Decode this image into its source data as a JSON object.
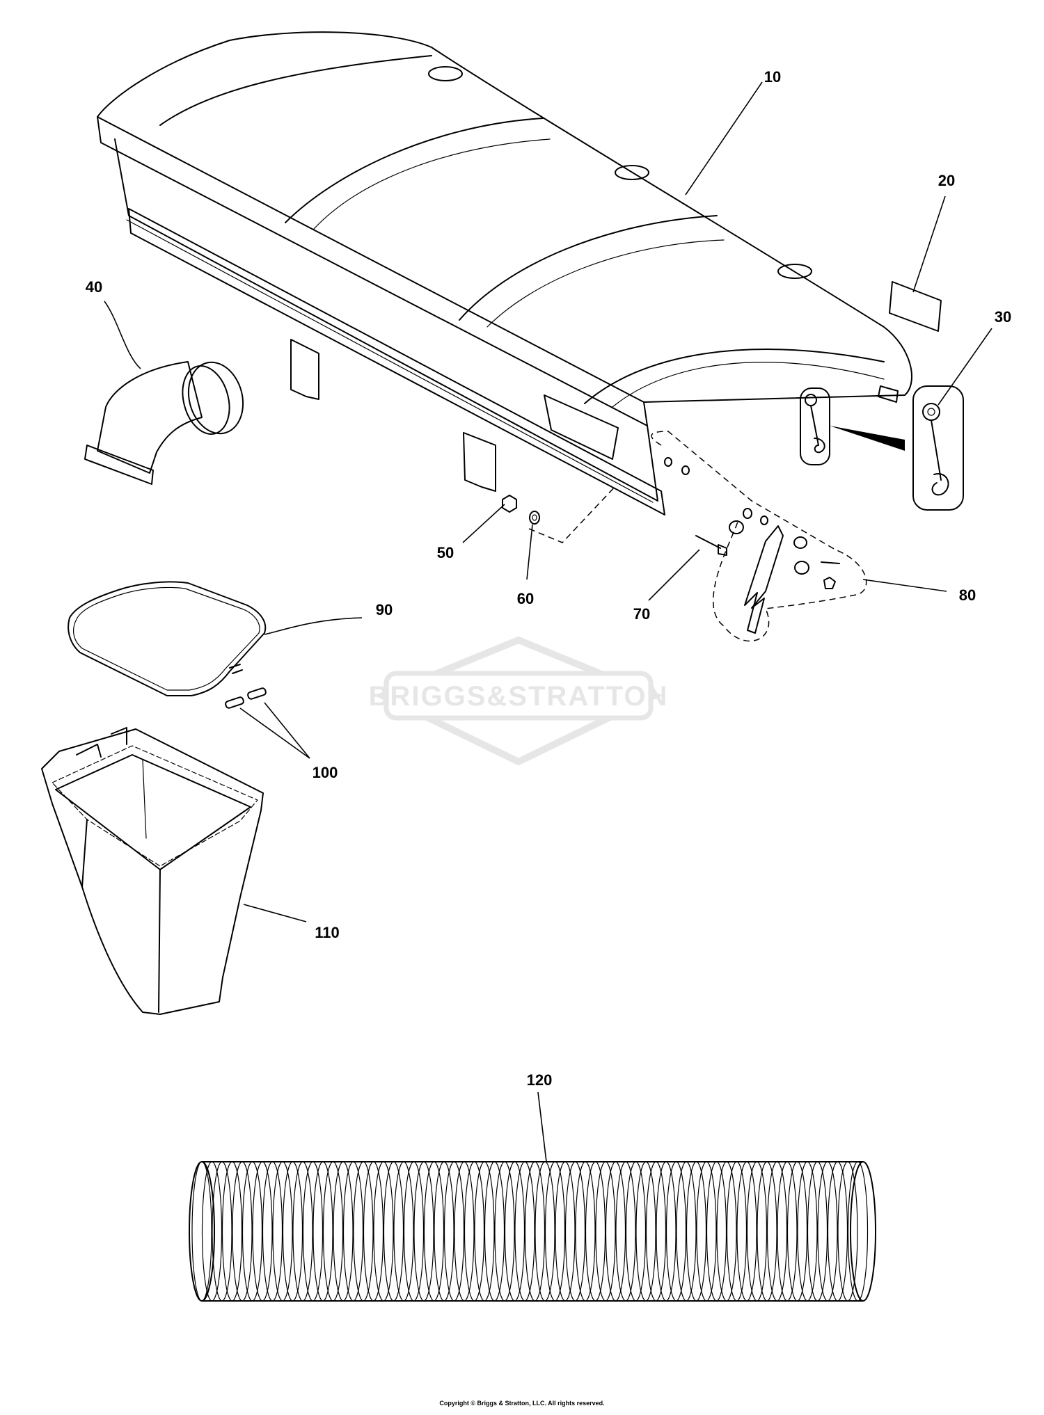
{
  "callouts": [
    "10",
    "20",
    "30",
    "40",
    "50",
    "60",
    "70",
    "80",
    "90",
    "100",
    "110",
    "120"
  ],
  "watermark": "BRIGGS&STRATTON",
  "copyright": "Copyright © Briggs & Stratton, LLC. All rights reserved."
}
